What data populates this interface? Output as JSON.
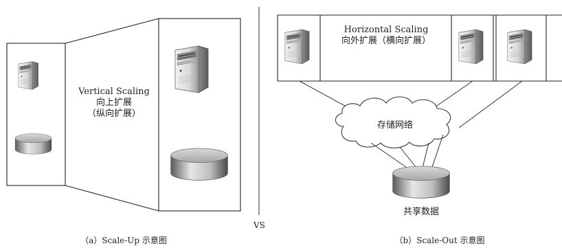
{
  "left_panel": {
    "title_en": "Vertical Scaling",
    "title_zh": "向上扩展",
    "subtitle_zh": "（纵向扩展）",
    "caption": "（a）Scale-Up 示意图"
  },
  "separator": {
    "label": "VS"
  },
  "right_panel": {
    "title_en": "Horizontal Scaling",
    "title_zh": "向外扩展（横向扩展）",
    "network_label": "存储网络",
    "shared_data_label": "共享数据",
    "caption": "（b）Scale-Out 示意图"
  },
  "icons": {
    "server": "server-icon",
    "disk": "disk-icon",
    "network": "cloud-icon"
  }
}
